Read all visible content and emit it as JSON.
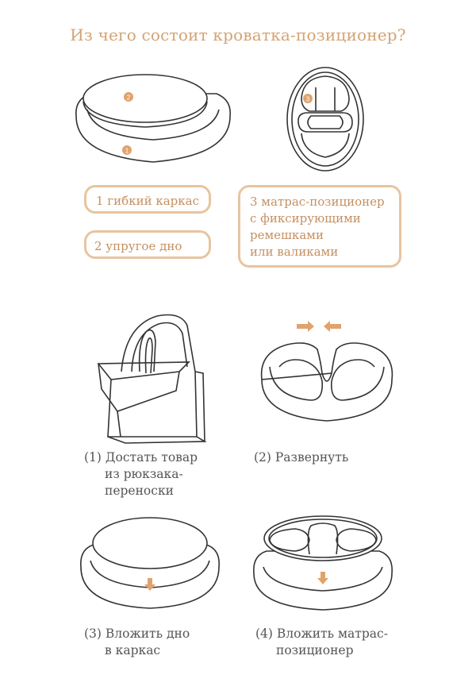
{
  "title": "Из чего состоит кроватка-позиционер?",
  "components": [
    {
      "number": "1",
      "label": "1 гибкий каркас"
    },
    {
      "number": "2",
      "label": "2 упругое дно"
    },
    {
      "number": "3",
      "lines": [
        "3 матрас-позиционер",
        "с фиксирующими",
        "ремешками",
        "или  валиками"
      ]
    }
  ],
  "steps": [
    {
      "lines": [
        "(1) Достать товар",
        "из рюкзака-",
        "переноски"
      ]
    },
    {
      "lines": [
        "(2) Развернуть"
      ]
    },
    {
      "lines": [
        "(3) Вложить дно",
        "в каркас"
      ]
    },
    {
      "lines": [
        "(4) Вложить матрас-",
        "позиционер"
      ]
    }
  ],
  "colors": {
    "accent": "#d4a373",
    "box_border": "#e8c49f",
    "line": "#333333"
  }
}
